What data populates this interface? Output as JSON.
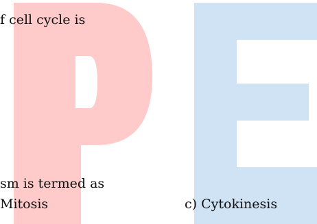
{
  "text_lines": {
    "line1": "f cell cycle is",
    "line2": "sm is termed as",
    "line3": "Mitosis",
    "line4": "c) Cytokinesis"
  },
  "watermark": {
    "letters": [
      "P",
      "E"
    ],
    "colors": {
      "p_letter": "#fecaca",
      "e_letter": "#cfe3f4"
    }
  }
}
